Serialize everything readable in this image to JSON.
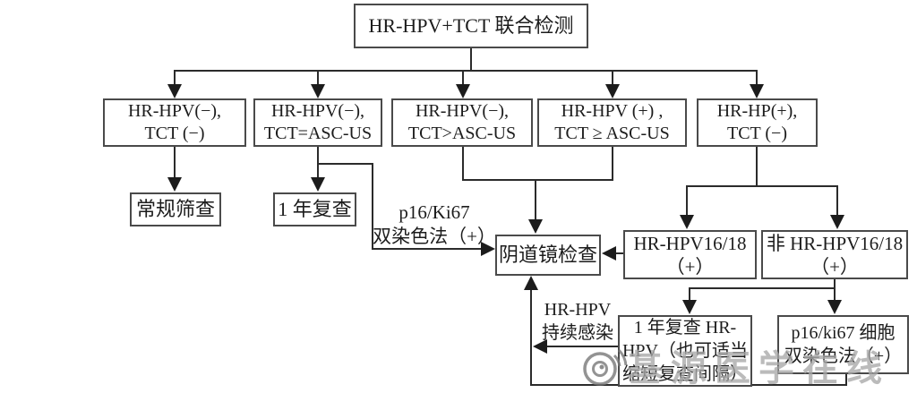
{
  "diagram_title": "HR-HPV+TCT 联合检测",
  "colors": {
    "line": "#2b2b2b",
    "box_border": "#4a4a4a",
    "text": "#1c1c1c",
    "watermark": "#a8a8a8",
    "background": "#ffffff"
  },
  "nodes": {
    "root": {
      "text": "HR-HPV+TCT 联合检测"
    },
    "hpv_neg_tct_neg": {
      "line1": "HR-HPV(−),",
      "line2": "TCT (−)"
    },
    "hpv_neg_tct_ascus": {
      "line1": "HR-HPV(−),",
      "line2": "TCT=ASC-US"
    },
    "hpv_neg_tct_gt_ascus": {
      "line1": "HR-HPV(−),",
      "line2": "TCT>ASC-US"
    },
    "hpv_pos_tct_ge_ascus": {
      "line1": "HR-HPV (+) ,",
      "line2": "TCT ≥ ASC-US"
    },
    "hpv_pos_tct_neg": {
      "line1": "HR-HP(+),",
      "line2": "TCT (−)"
    },
    "routine_screening": {
      "text": "常规筛查"
    },
    "recheck_1yr": {
      "text": "1 年复查"
    },
    "colposcopy": {
      "text": "阴道镜检查"
    },
    "hpv1618_pos": {
      "line1": "HR-HPV16/18",
      "line2": "（+）"
    },
    "non_hpv1618_pos": {
      "line1": "非 HR-HPV16/18",
      "line2": "（+）"
    },
    "recheck_1yr_hpv": {
      "line1": "1 年复查 HR-",
      "line2": "HPV（也可适当",
      "line3": "缩短复查间隔）"
    },
    "p16_ki67_cell": {
      "line1": "p16/ki67 细胞",
      "line2": "双染色法（+）"
    }
  },
  "edge_labels": {
    "p16_ki67_dual": {
      "line1": "p16/Ki67",
      "line2": "双染色法（+）"
    },
    "persistent_infection": {
      "line1": "HR-HPV",
      "line2": "持续感染"
    }
  },
  "watermark": {
    "text": "基源医学在线",
    "icon": "weibo-eye-icon"
  }
}
